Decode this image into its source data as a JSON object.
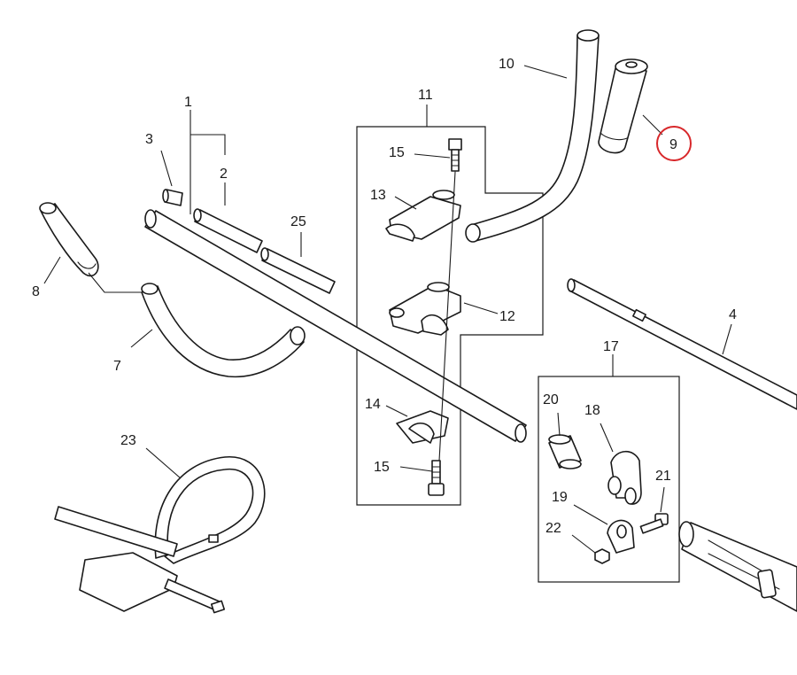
{
  "highlight_color": "#d8282b",
  "callouts": {
    "c1": "1",
    "c2": "2",
    "c3": "3",
    "c4": "4",
    "c7": "7",
    "c8": "8",
    "c9": "9",
    "c10": "10",
    "c11": "11",
    "c12": "12",
    "c13": "13",
    "c14": "14",
    "c15a": "15",
    "c15b": "15",
    "c17": "17",
    "c18": "18",
    "c19": "19",
    "c20": "20",
    "c21": "21",
    "c22": "22",
    "c23": "23",
    "c25": "25"
  },
  "highlighted_callout": "9"
}
